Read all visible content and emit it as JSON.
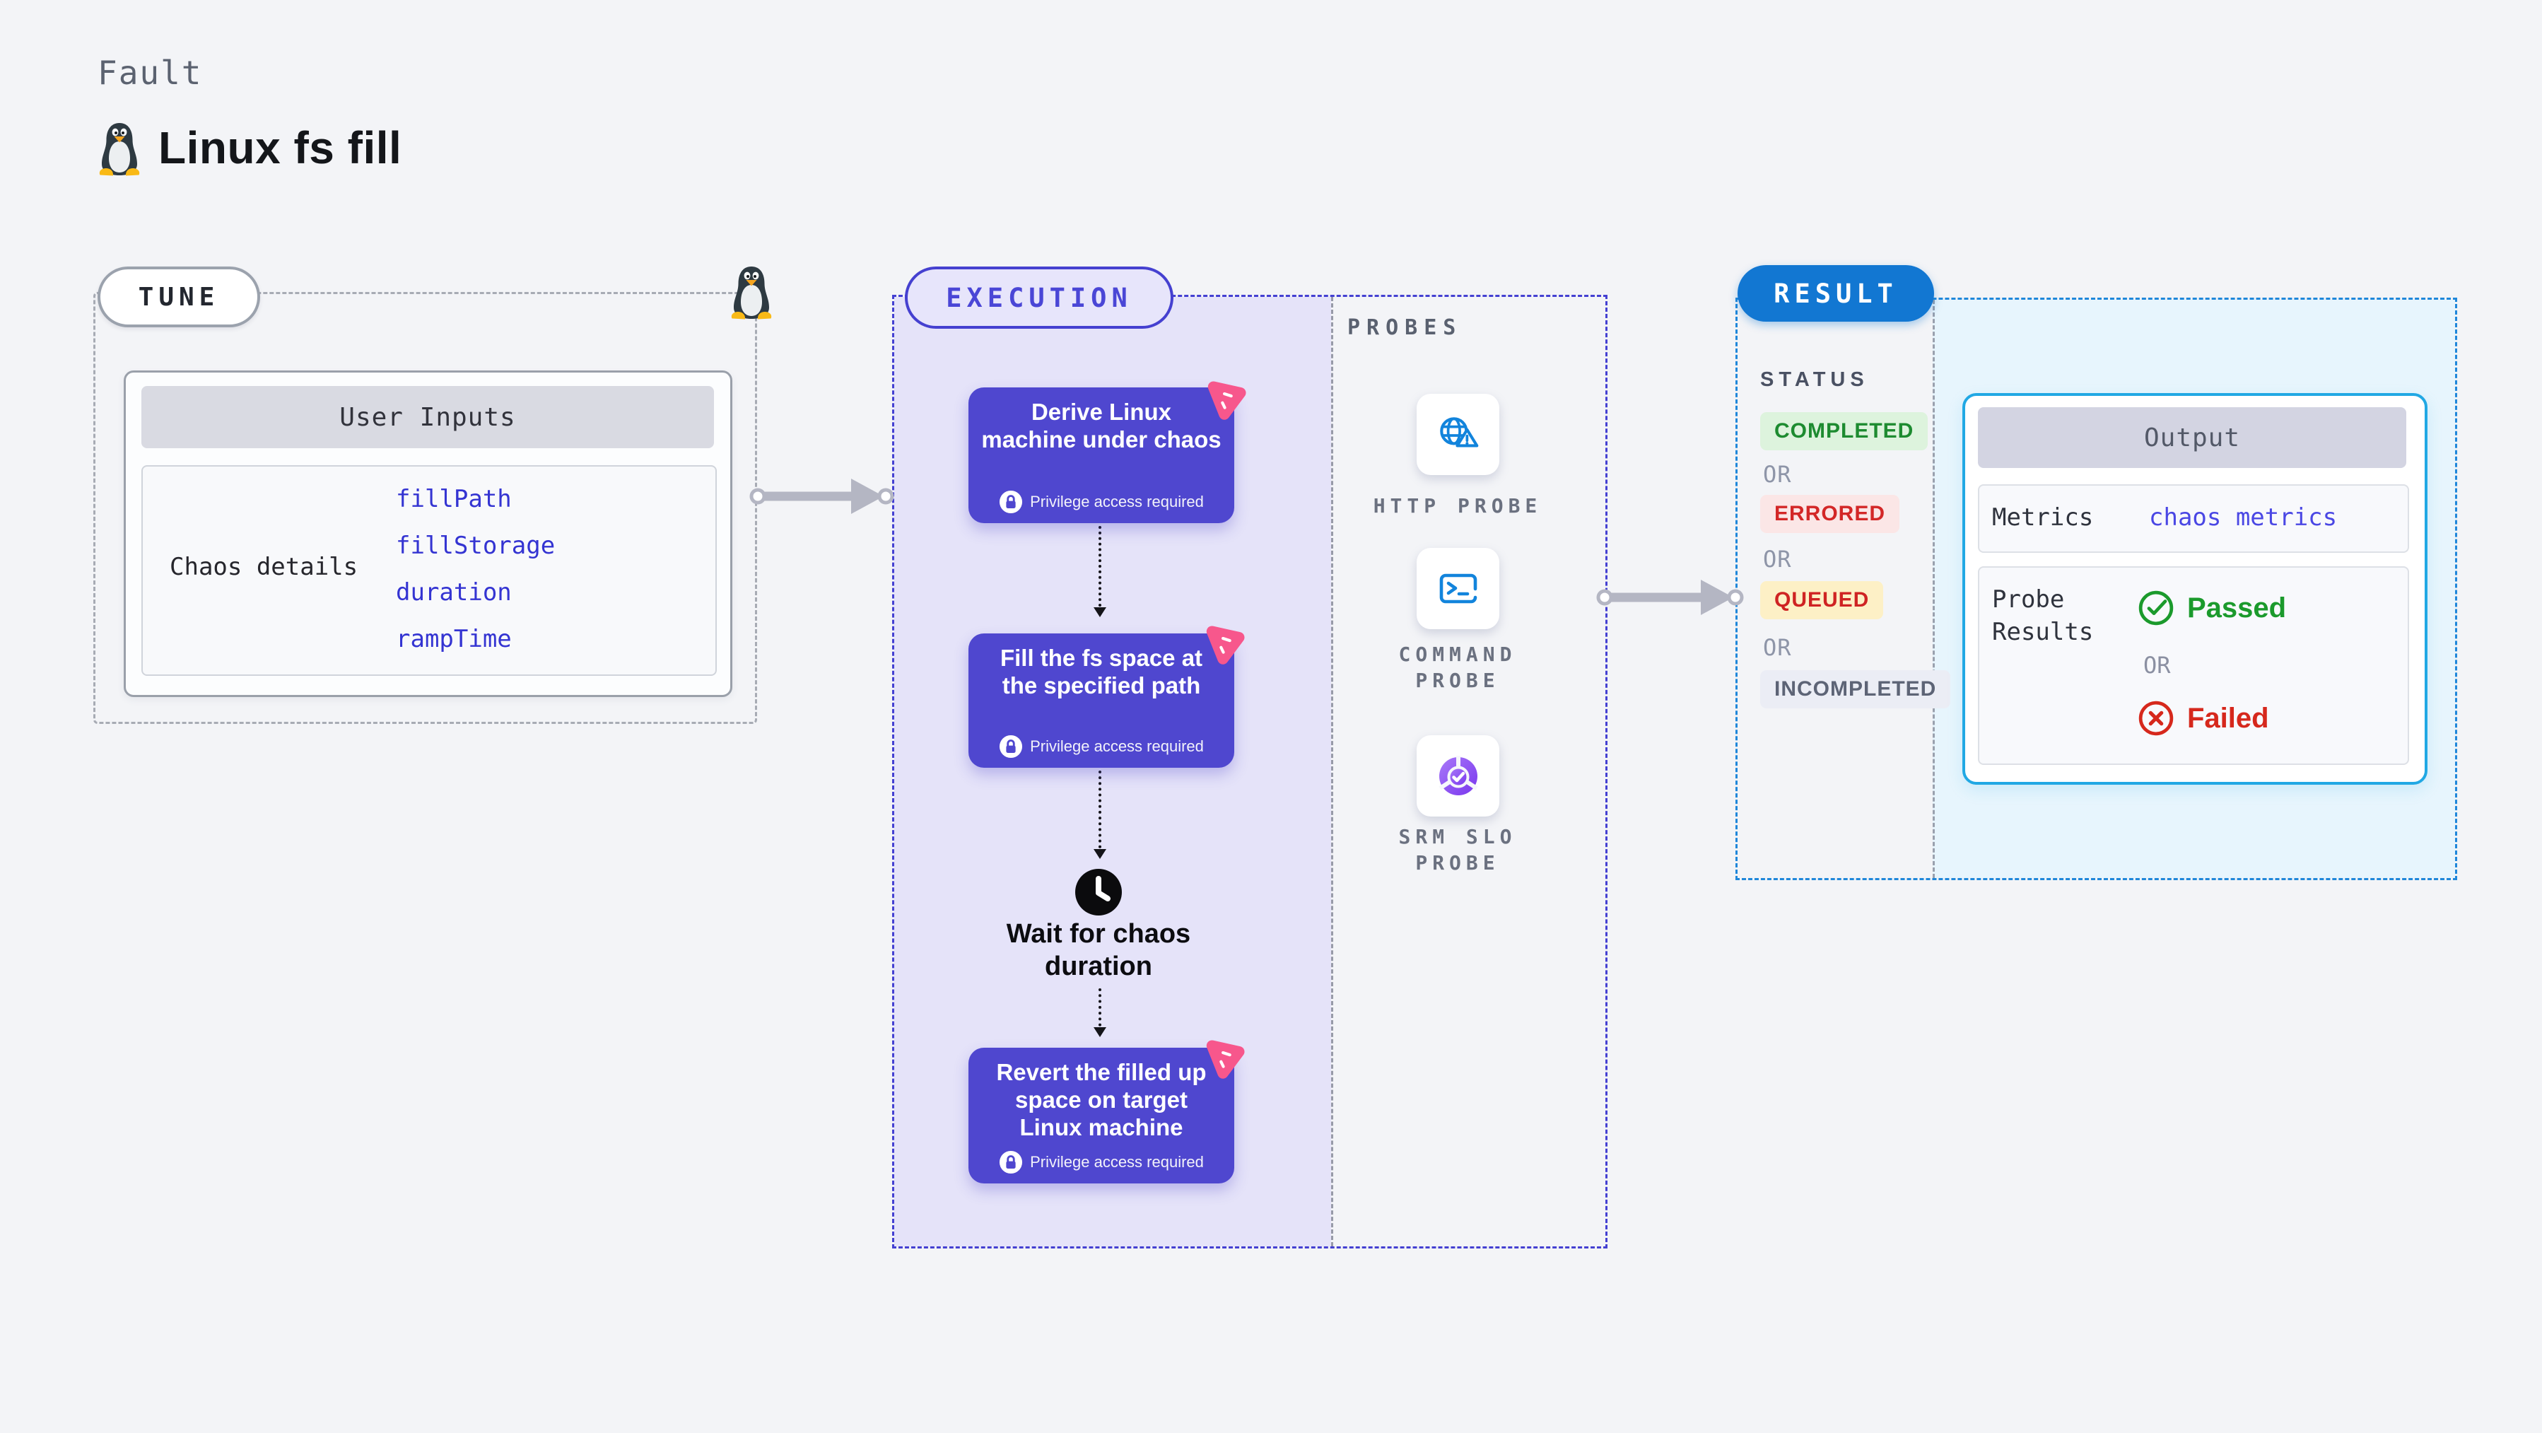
{
  "header": {
    "eyebrow": "Fault",
    "title": "Linux fs fill"
  },
  "tune": {
    "label": "TUNE",
    "user_inputs": {
      "header": "User Inputs",
      "row_label": "Chaos details",
      "values": [
        "fillPath",
        "fillStorage",
        "duration",
        "rampTime"
      ]
    }
  },
  "execution": {
    "label": "EXECUTION",
    "steps": [
      {
        "title": "Derive Linux machine under chaos",
        "badge": "Privilege access required"
      },
      {
        "title": "Fill the fs space at the specified path",
        "badge": "Privilege access required"
      },
      {
        "title": "Revert the filled up space on target Linux machine",
        "badge": "Privilege access required"
      }
    ],
    "wait_label": "Wait for chaos duration"
  },
  "probes": {
    "label": "PROBES",
    "items": [
      {
        "name": "HTTP PROBE",
        "icon": "globe-alert-icon"
      },
      {
        "name": "COMMAND PROBE",
        "icon": "terminal-icon"
      },
      {
        "name": "SRM SLO PROBE",
        "icon": "slo-donut-icon"
      }
    ]
  },
  "result": {
    "label": "RESULT",
    "status": {
      "label": "STATUS",
      "or": "OR",
      "completed": "COMPLETED",
      "errored": "ERRORED",
      "queued": "QUEUED",
      "incompleted": "INCOMPLETED"
    },
    "output": {
      "header": "Output",
      "metrics_label": "Metrics",
      "metrics_value": "chaos metrics",
      "probe_results_label": "Probe Results",
      "passed": "Passed",
      "or": "OR",
      "failed": "Failed"
    }
  },
  "colors": {
    "page_bg": "#f3f4f7",
    "step_card_purple": "#4f47cf",
    "execution_border": "#4440d2",
    "execution_fill": "#e5e3f9",
    "tune_border": "#a7abb4",
    "result_border": "#1f87da",
    "result_pill_blue": "#1277d2",
    "result_fill": "#e7f5fd",
    "output_border": "#21a8e4",
    "probe_icon_blue": "#1284dc",
    "litmus_pink": "#f7578c",
    "value_indigo": "#3434d2",
    "passed_green": "#1b9a2c",
    "failed_red": "#d6281c",
    "completed_green": "#1d8b30",
    "errored_red": "#d32727",
    "queued_red": "#cf2323",
    "incompleted_gray": "#5d6476"
  }
}
